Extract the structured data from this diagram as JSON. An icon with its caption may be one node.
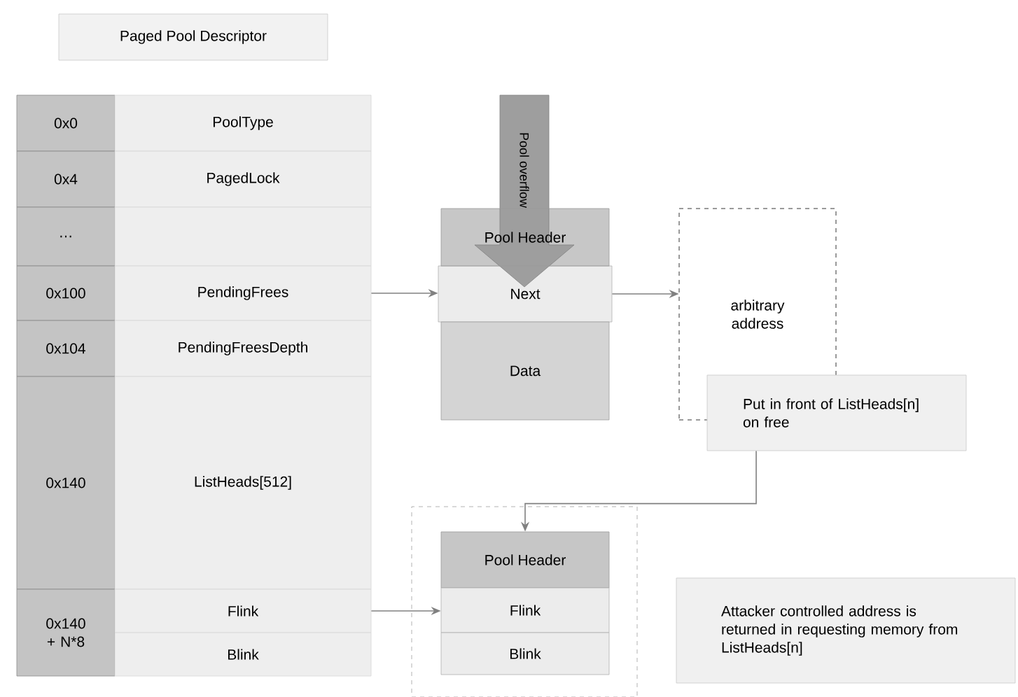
{
  "diagram": {
    "nodes": [
      {
        "text": [
          "Paged Pool Descriptor"
        ]
      },
      {
        "text": [
          "0x0"
        ]
      },
      {
        "text": [
          "PoolType"
        ]
      },
      {
        "text": [
          "0x4"
        ]
      },
      {
        "text": [
          "PagedLock"
        ]
      },
      {
        "text": [
          "…"
        ]
      },
      {
        "text": [],
        "shape": "box"
      },
      {
        "text": [
          "0x100"
        ]
      },
      {
        "text": [
          "PendingFrees"
        ]
      },
      {
        "text": [
          "0x104"
        ]
      },
      {
        "text": [
          "PendingFreesDepth"
        ]
      },
      {
        "text": [
          "0x140"
        ]
      },
      {
        "text": [
          "ListHeads[512]"
        ]
      },
      {
        "text": [
          "0x140 + N*8"
        ]
      },
      {
        "text": [
          "Flink"
        ]
      },
      {
        "text": [
          "Blink"
        ]
      },
      {
        "text": [
          "Pool Header"
        ]
      },
      {
        "text": [
          "Next"
        ]
      },
      {
        "text": [
          "Data"
        ]
      },
      {
        "text": [
          "Pool overflow"
        ]
      },
      {
        "text": [
          "arbitrary address"
        ]
      },
      {
        "text": [
          "Put in front of ListHeads[n] on free"
        ]
      },
      {
        "text": [],
        "shape": "box"
      },
      {
        "text": [
          "Pool Header"
        ],
        "in": 22
      },
      {
        "text": [
          "Flink"
        ],
        "in": 22
      },
      {
        "text": [
          "Blink"
        ],
        "in": 22
      },
      {
        "text": [
          "Attacker controlled address is returned in requesting memory from ListHeads[n]"
        ]
      }
    ],
    "edges": [
      {
        "from": 8,
        "to": 17,
        "arrow": "to"
      },
      {
        "from": 17,
        "to": 20,
        "arrow": "to"
      },
      {
        "from": 21,
        "to": 23,
        "arrow": "to"
      },
      {
        "from": 14,
        "to": 24,
        "arrow": "to"
      }
    ]
  }
}
